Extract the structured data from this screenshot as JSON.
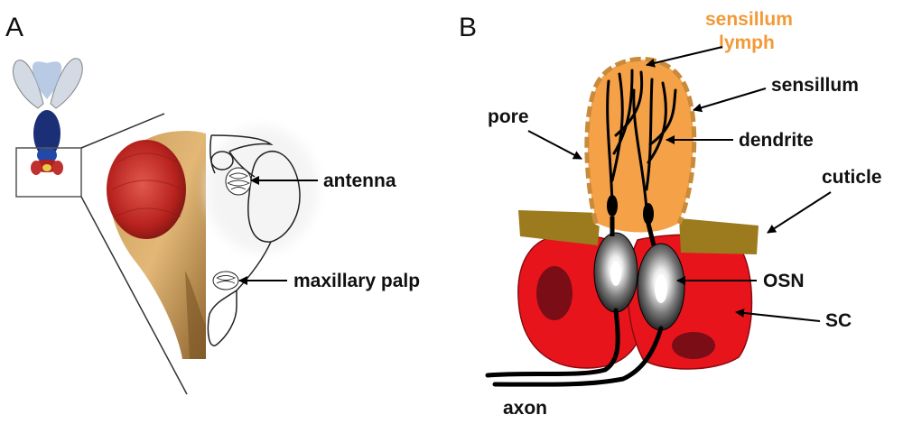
{
  "panels": {
    "a": {
      "letter": "A",
      "labels": {
        "antenna": "antenna",
        "maxillary_palp": "maxillary palp"
      }
    },
    "b": {
      "letter": "B",
      "labels": {
        "sensillum_lymph_line1": "sensillum",
        "sensillum_lymph_line2": "lymph",
        "sensillum": "sensillum",
        "pore": "pore",
        "dendrite": "dendrite",
        "cuticle": "cuticle",
        "osn": "OSN",
        "sc": "SC",
        "axon": "axon"
      }
    }
  },
  "colors": {
    "support_cell": "#e8141c",
    "support_nucleus": "#7a0d16",
    "cuticle": "#9c7a1e",
    "lymph": "#f5a148",
    "lymph_border": "#c98a3a",
    "label_accent": "#f29a38",
    "fly_eye": "#c0302e"
  }
}
